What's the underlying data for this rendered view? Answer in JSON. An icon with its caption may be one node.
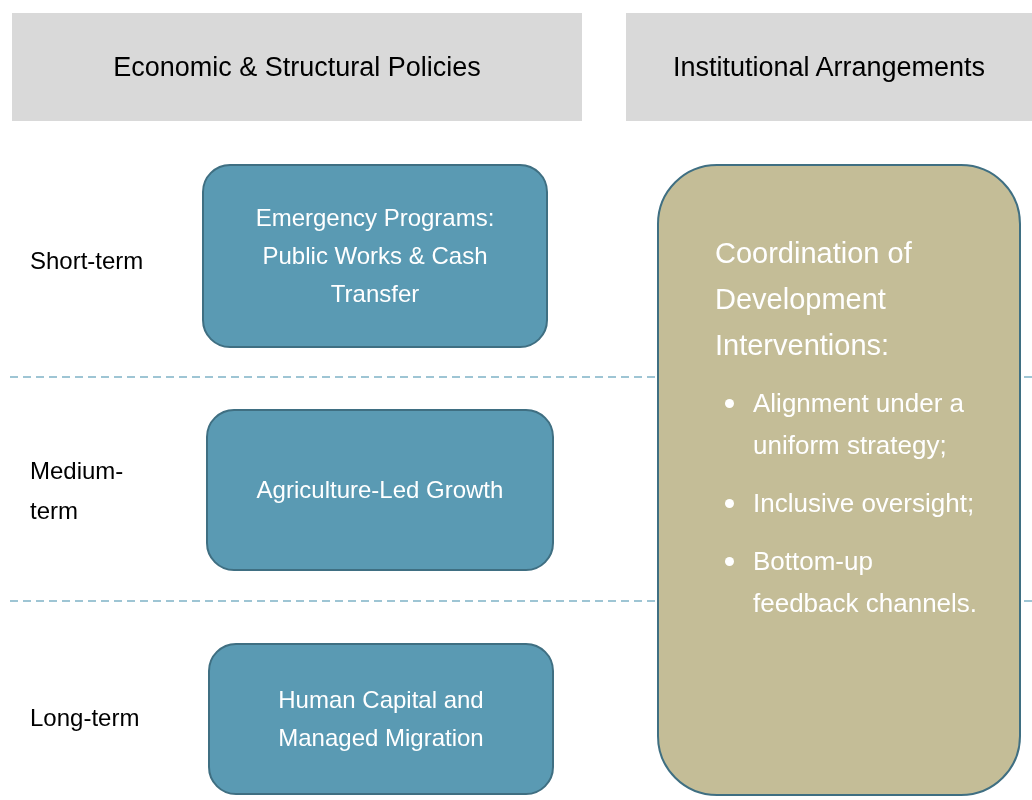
{
  "diagram": {
    "nodes": [
      {
        "text": [
          "Economic & Structural Policies"
        ]
      },
      {
        "text": [
          "Institutional Arrangements"
        ]
      },
      {
        "text": [
          "Emergency Programs: Public Works & Cash Transfer"
        ]
      },
      {
        "text": [
          "Agriculture-Led Growth"
        ]
      },
      {
        "text": [
          "Human Capital and Managed Migration"
        ]
      },
      {
        "text": [
          "Coordination of Development Interventions:",
          "Alignment under a uniform strategy;",
          "Inclusive oversight;",
          "Bottom-up feedback channels."
        ]
      }
    ],
    "edges": [],
    "labels": [
      "Short-term",
      "Medium-term",
      "Long-term"
    ]
  }
}
